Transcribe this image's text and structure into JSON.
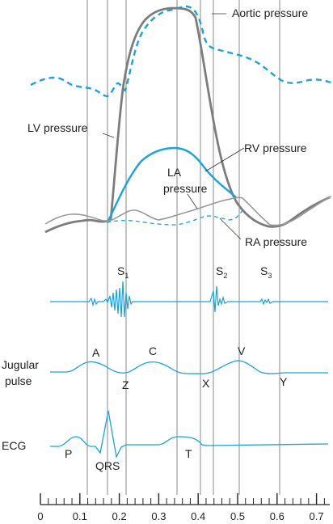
{
  "colors": {
    "blue": "#1aa3dc",
    "gray": "#7d7d7d",
    "lightgray": "#9a9a9a",
    "text": "#222222"
  },
  "labels": {
    "aortic": "Aortic pressure",
    "lv": "LV pressure",
    "rv": "RV pressure",
    "la_line1": "LA",
    "la_line2": "pressure",
    "ra": "RA pressure",
    "s1": "S",
    "s1_sub": "1",
    "s2": "S",
    "s2_sub": "2",
    "s3": "S",
    "s3_sub": "3",
    "jugular_line1": "Jugular",
    "jugular_line2": "pulse",
    "wave_a": "A",
    "wave_c": "C",
    "wave_v": "V",
    "wave_z": "Z",
    "wave_x": "X",
    "wave_y": "Y",
    "ecg": "ECG",
    "ecg_p": "P",
    "ecg_qrs": "QRS",
    "ecg_t": "T"
  },
  "time_axis": {
    "tick_labels": [
      "0",
      "0.1",
      "0.2",
      "0.3",
      "0.4",
      "0.5",
      "0.6",
      "0.7"
    ],
    "min": 0,
    "max": 0.73,
    "minor_step": 0.02
  },
  "event_times": [
    0.115,
    0.165,
    0.21,
    0.33,
    0.395,
    0.43,
    0.495,
    0.595
  ],
  "icons": [
    "wiggers-diagram"
  ]
}
